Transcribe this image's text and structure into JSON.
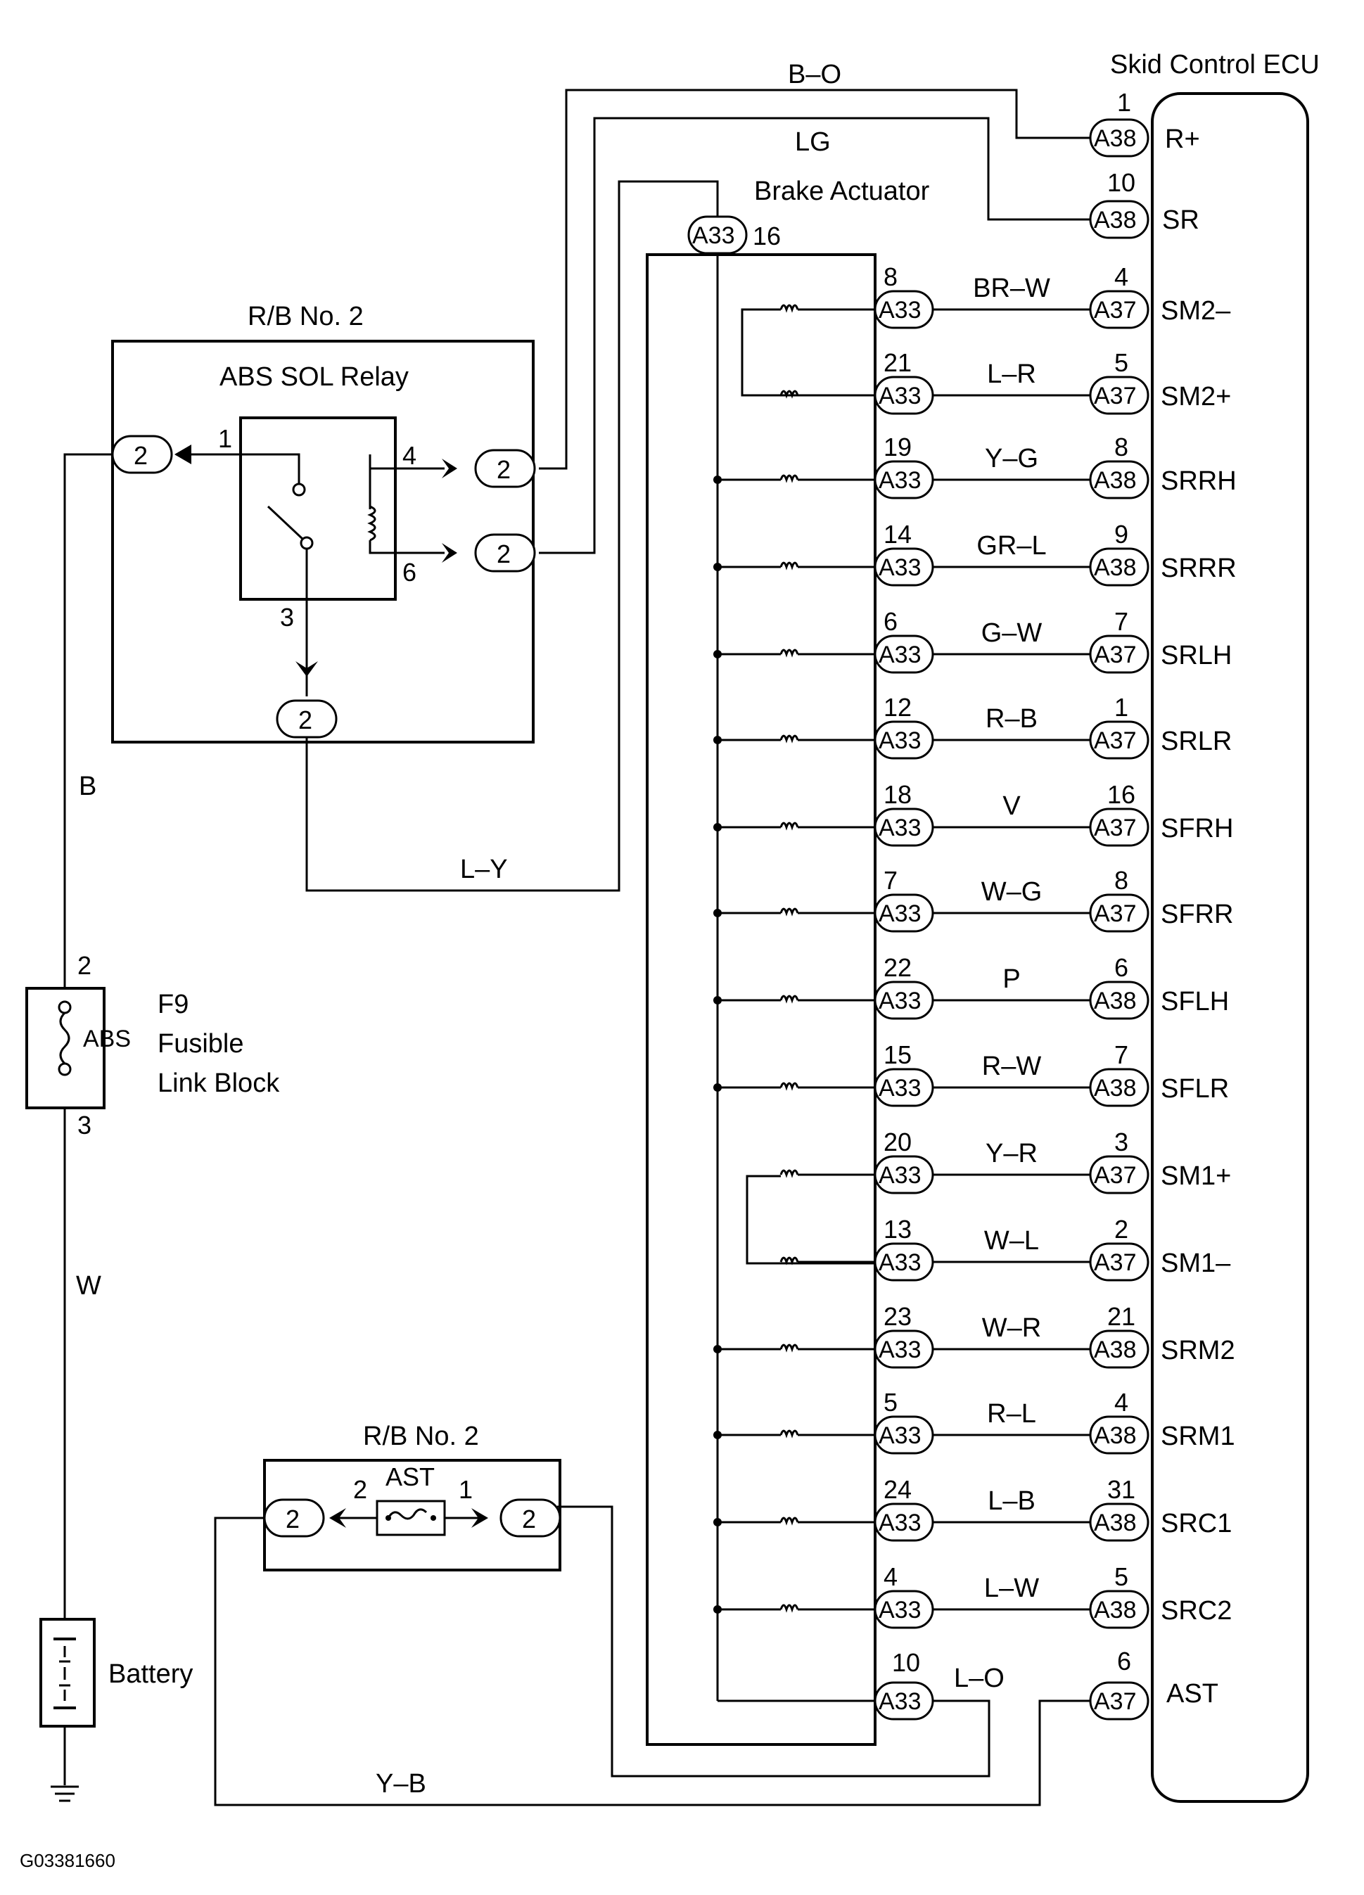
{
  "ecu": {
    "title": "Skid Control ECU"
  },
  "actuator": {
    "title": "Brake Actuator",
    "connector": "A33",
    "pin": "16"
  },
  "relay_block": {
    "rb_label": "R/B No. 2",
    "relay_label": "ABS SOL Relay",
    "pin_in": "1",
    "pin_coil_a": "4",
    "pin_coil_b": "6",
    "pin_switch": "3",
    "connector_num": "2"
  },
  "fuse_block": {
    "top_pin": "2",
    "bottom_pin": "3",
    "fuse_label": "ABS",
    "name_line1": "F9",
    "name_line2": "Fusible",
    "name_line3": "Link Block"
  },
  "ast_block": {
    "rb_label": "R/B No. 2",
    "fuse_label": "AST",
    "pin_left": "2",
    "pin_right": "1",
    "connector_num": "2"
  },
  "battery": {
    "label": "Battery"
  },
  "wires": {
    "main_b": "B",
    "main_w": "W",
    "relay_to_actuator": "L–Y",
    "ast_to_ecu": "Y–B",
    "top_bo": "B–O",
    "top_lg": "LG"
  },
  "ecu_top_pins": [
    {
      "num": "1",
      "conn": "A38",
      "name": "R+"
    },
    {
      "num": "10",
      "conn": "A38",
      "name": "SR"
    }
  ],
  "signals": [
    {
      "a_pin": "8",
      "a_conn": "A33",
      "color": "BR–W",
      "e_pin": "4",
      "e_conn": "A37",
      "name": "SM2–"
    },
    {
      "a_pin": "21",
      "a_conn": "A33",
      "color": "L–R",
      "e_pin": "5",
      "e_conn": "A37",
      "name": "SM2+"
    },
    {
      "a_pin": "19",
      "a_conn": "A33",
      "color": "Y–G",
      "e_pin": "8",
      "e_conn": "A38",
      "name": "SRRH"
    },
    {
      "a_pin": "14",
      "a_conn": "A33",
      "color": "GR–L",
      "e_pin": "9",
      "e_conn": "A38",
      "name": "SRRR"
    },
    {
      "a_pin": "6",
      "a_conn": "A33",
      "color": "G–W",
      "e_pin": "7",
      "e_conn": "A37",
      "name": "SRLH"
    },
    {
      "a_pin": "12",
      "a_conn": "A33",
      "color": "R–B",
      "e_pin": "1",
      "e_conn": "A37",
      "name": "SRLR"
    },
    {
      "a_pin": "18",
      "a_conn": "A33",
      "color": "V",
      "e_pin": "16",
      "e_conn": "A37",
      "name": "SFRH"
    },
    {
      "a_pin": "7",
      "a_conn": "A33",
      "color": "W–G",
      "e_pin": "8",
      "e_conn": "A37",
      "name": "SFRR"
    },
    {
      "a_pin": "22",
      "a_conn": "A33",
      "color": "P",
      "e_pin": "6",
      "e_conn": "A38",
      "name": "SFLH"
    },
    {
      "a_pin": "15",
      "a_conn": "A33",
      "color": "R–W",
      "e_pin": "7",
      "e_conn": "A38",
      "name": "SFLR"
    },
    {
      "a_pin": "20",
      "a_conn": "A33",
      "color": "Y–R",
      "e_pin": "3",
      "e_conn": "A37",
      "name": "SM1+"
    },
    {
      "a_pin": "13",
      "a_conn": "A33",
      "color": "W–L",
      "e_pin": "2",
      "e_conn": "A37",
      "name": "SM1–"
    },
    {
      "a_pin": "23",
      "a_conn": "A33",
      "color": "W–R",
      "e_pin": "21",
      "e_conn": "A38",
      "name": "SRM2"
    },
    {
      "a_pin": "5",
      "a_conn": "A33",
      "color": "R–L",
      "e_pin": "4",
      "e_conn": "A38",
      "name": "SRM1"
    },
    {
      "a_pin": "24",
      "a_conn": "A33",
      "color": "L–B",
      "e_pin": "31",
      "e_conn": "A38",
      "name": "SRC1"
    },
    {
      "a_pin": "4",
      "a_conn": "A33",
      "color": "L–W",
      "e_pin": "5",
      "e_conn": "A38",
      "name": "SRC2"
    }
  ],
  "ast_row": {
    "a_pin": "10",
    "a_conn": "A33",
    "color": "L–O",
    "e_pin": "6",
    "e_conn": "A37",
    "name": "AST"
  },
  "figure_id": "G03381660"
}
